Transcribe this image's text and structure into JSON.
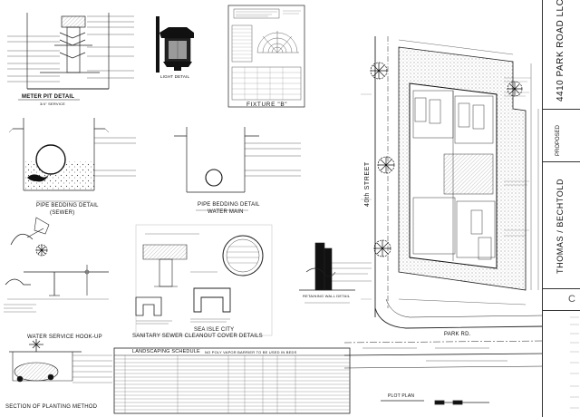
{
  "sidebar": {
    "project": "4410 PARK ROAD LLC",
    "status": "PROPOSED",
    "designer": "THOMAS / BECHTOLD",
    "partial": "C"
  },
  "details": {
    "meter_pit": "METER PIT DETAIL",
    "meter_pit_sub": "3/4\" SERVICE",
    "light": "LIGHT DETAIL",
    "fixture": "FIXTURE \"B\"",
    "pipe_sewer_1": "PIPE BEDDING DETAIL",
    "pipe_sewer_2": "(SEWER)",
    "pipe_water_1": "PIPE BEDDING DETAIL",
    "pipe_water_2": "WATER MAIN",
    "cleanout_1": "SEA ISLE CITY",
    "cleanout_2": "SANITARY SEWER CLEANOUT COVER DETAILS",
    "retaining": "RETAINING WALL DETAIL",
    "water_service": "WATER SERVICE HOOK-UP",
    "planting": "SECTION OF PLANTING METHOD",
    "landscaping": "LANDSCAPING SCHEDULE",
    "landscaping_note": "NO POLY VAPOR BARRIER TO BE USED IN BEDS"
  },
  "plan": {
    "street": "40th STREET",
    "park_rd": "PARK RD.",
    "plot_plan": "PLOT PLAN"
  },
  "colors": {
    "ink": "#111111",
    "line": "#222222",
    "hatch": "#777777"
  }
}
